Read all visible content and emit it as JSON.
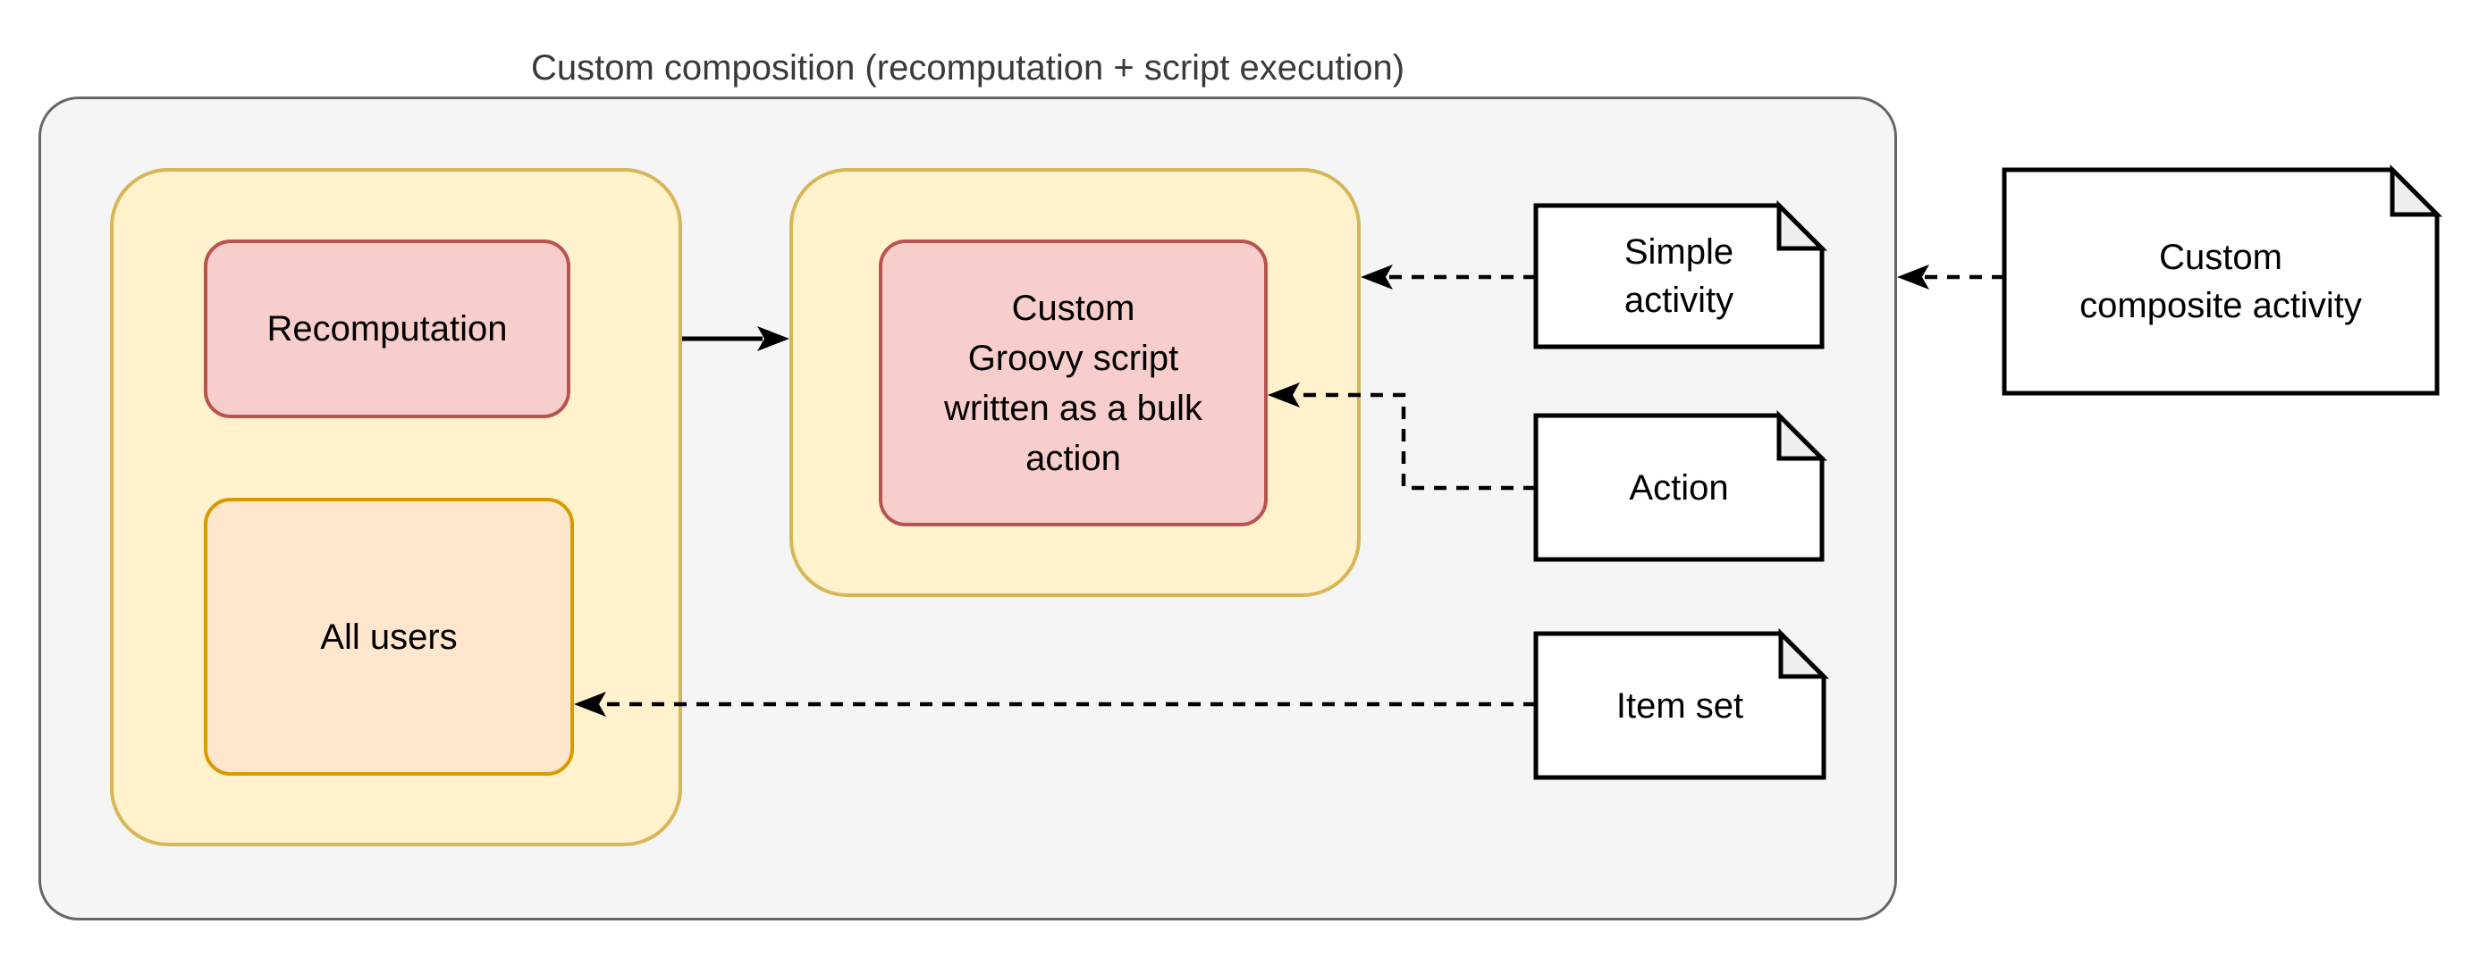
{
  "diagram": {
    "title": "Custom composition (recomputation + script execution)",
    "nodes": {
      "recomputation": {
        "label": "Recomputation"
      },
      "all_users": {
        "label": "All users"
      },
      "groovy_script": {
        "label": "Custom\nGroovy script\nwritten as a bulk\naction"
      },
      "simple_activity": {
        "label": "Simple\nactivity"
      },
      "action": {
        "label": "Action"
      },
      "item_set": {
        "label": "Item set"
      },
      "composite_activity": {
        "label": "Custom\ncomposite activity"
      }
    }
  },
  "colors": {
    "container_fill": "#F5F5F5",
    "container_stroke": "#666666",
    "yellow_fill": "#FFF2CC",
    "yellow_stroke": "#D6B656",
    "red_fill": "#F8CECC",
    "red_stroke": "#B85450",
    "orange_fill": "#FFE6CC",
    "orange_stroke": "#D79B00",
    "note_fill": "#FFFFFF",
    "note_stroke": "#000000",
    "note_fold_fill": "#F0F0F0",
    "edge_color": "#000000",
    "text_color": "#000000",
    "title_color": "#3A3A3A"
  }
}
